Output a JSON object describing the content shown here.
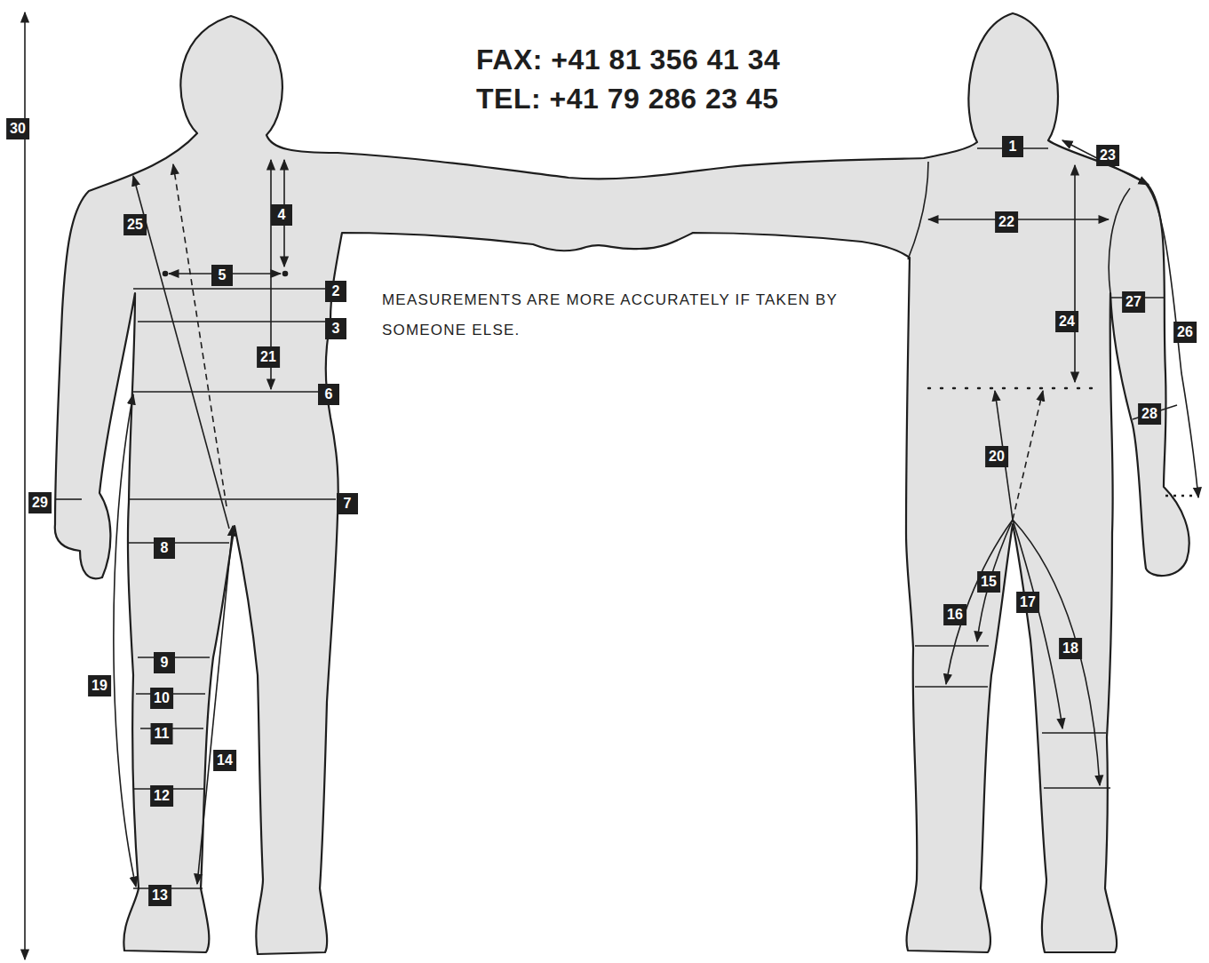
{
  "diagram": {
    "labels": [
      "FAX: +41 81 356 41 34",
      "TEL: +41 79 286 23 45",
      "MEASUREMENTS ARE MORE ACCURATELY IF TAKEN BY SOMEONE ELSE.",
      "1",
      "2",
      "3",
      "4",
      "5",
      "6",
      "7",
      "8",
      "9",
      "10",
      "11",
      "12",
      "13",
      "14",
      "15",
      "16",
      "17",
      "18",
      "19",
      "20",
      "21",
      "22",
      "23",
      "24",
      "25",
      "26",
      "27",
      "28",
      "29",
      "30"
    ]
  }
}
